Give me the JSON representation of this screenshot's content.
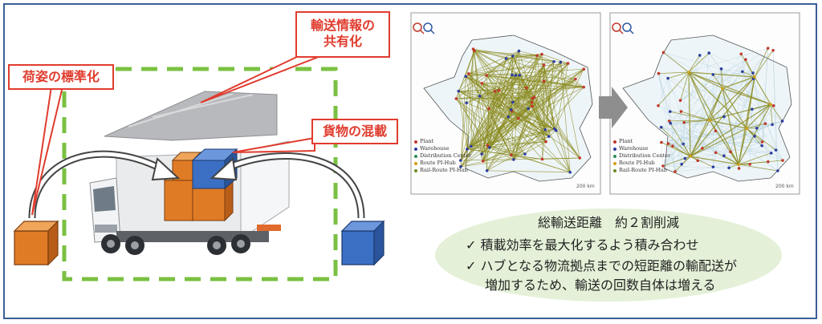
{
  "callouts": {
    "standardization": "荷姿の標準化",
    "info_sharing_line1": "輸送情報の",
    "info_sharing_line2": "共有化",
    "mixed_loading": "貨物の混載"
  },
  "maps": {
    "legend": [
      "Plant",
      "Warehouse",
      "Distribution Center",
      "Route PI-Hub",
      "Rail-Route PI-Hub"
    ],
    "legend_colors": [
      "#c0392b",
      "#2c3e9e",
      "#2e8b57",
      "#d4a017",
      "#6b8e23"
    ],
    "scale_label": "200 km",
    "route_color": "#8a8a1e"
  },
  "summary": {
    "title": "総輸送距離　約２割削減",
    "bullet1": "✓ 積載効率を最大化するよう積み合わせ",
    "bullet2_line1": "✓ ハブとなる物流拠点までの短距離の輸配送が",
    "bullet2_line2": "増加するため、輸送の回数自体は増える"
  },
  "colors": {
    "frame": "#3a5f97",
    "callout_red": "#e03c2e",
    "dashed_green": "#7ac142",
    "box_orange": "#e07b25",
    "box_blue": "#3a6fc4",
    "ellipse": "#e4f1d8"
  }
}
